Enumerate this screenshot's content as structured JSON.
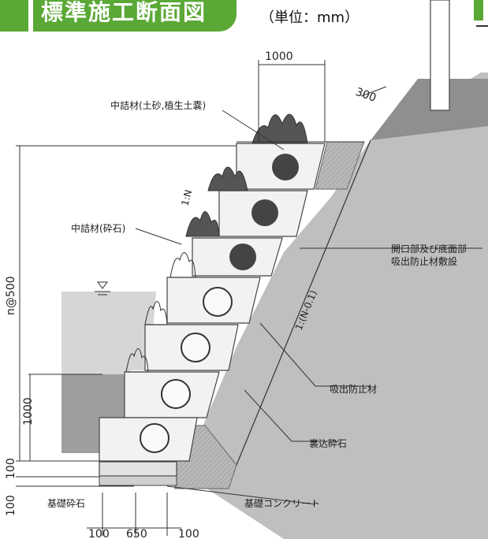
{
  "header": {
    "title": "標準施工断面図",
    "unit": "（単位：mm）"
  },
  "labels": {
    "fill_soil": "中詰材(土砂,植生土嚢)",
    "fill_gravel": "中詰材(砕石)",
    "opening_1": "開口部及び底面部",
    "opening_2": "吸出防止材敷設",
    "suction_prevention": "吸出防止材",
    "backfill": "裏込砕石",
    "base_gravel": "基礎砕石",
    "base_concrete": "基礎コンクリート"
  },
  "slopes": {
    "front": "1:N",
    "back": "1:(N-0.1)"
  },
  "dimensions": {
    "top_width": "1000",
    "top_offset": "300",
    "height": "n@500",
    "block_height": "1000",
    "dim_100_a": "100",
    "dim_100_b": "100",
    "bottom_left": "100",
    "bottom_mid": "650",
    "bottom_right": "100"
  },
  "colors": {
    "accent": "#5aa836",
    "water": "#d6d6d6",
    "backfill": "#b9b9b9",
    "block": "#f2f2f2",
    "circle_dark": "#444444"
  }
}
